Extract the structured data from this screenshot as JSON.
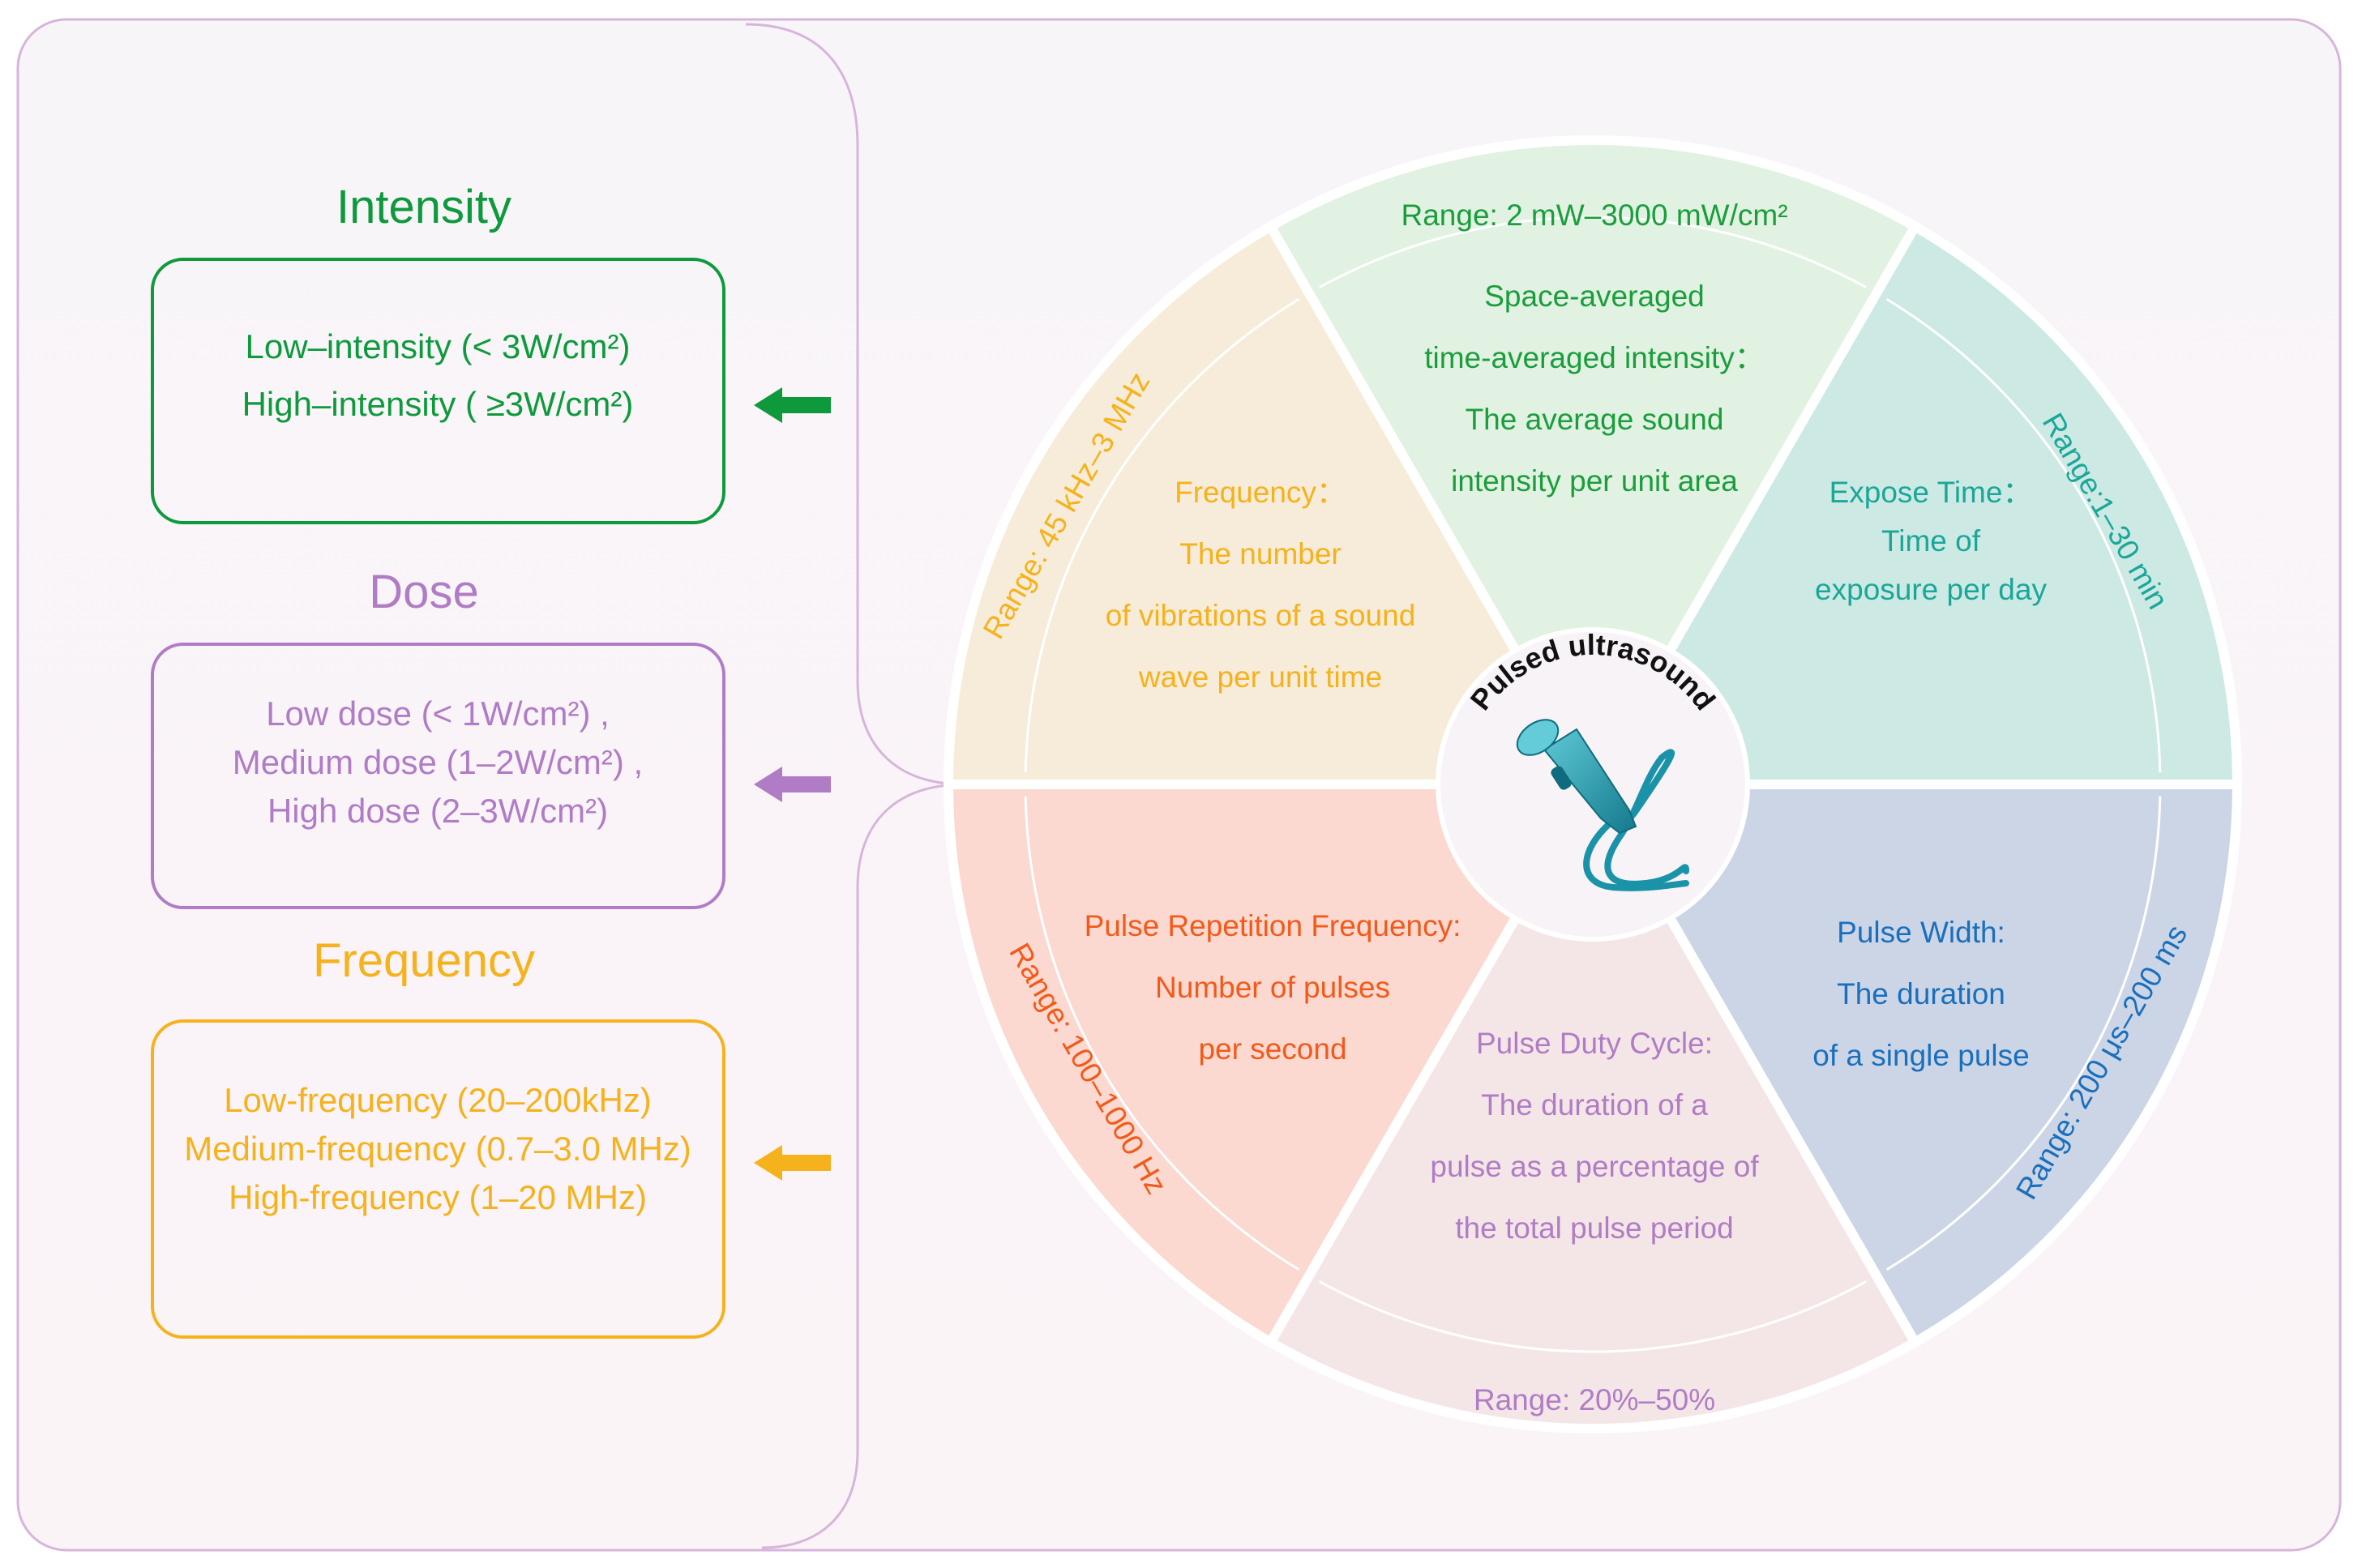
{
  "left_panel": {
    "sections": [
      {
        "title": "Intensity",
        "lines": [
          "Low–intensity (< 3W/cm²)",
          "High–intensity ( ≥3W/cm²)"
        ],
        "color": "#0e9a3c"
      },
      {
        "title": "Dose",
        "lines": [
          "Low dose (< 1W/cm²) ,",
          "Medium dose (1–2W/cm²) ,",
          "High dose (2–3W/cm²)"
        ],
        "color": "#b07cc6"
      },
      {
        "title": "Frequency",
        "lines": [
          "Low-frequency (20–200kHz)",
          "Medium-frequency (0.7–3.0 MHz)",
          "High-frequency (1–20 MHz)"
        ],
        "color": "#f5b21c"
      }
    ]
  },
  "wheel": {
    "center_label": "Pulsed ultrasound",
    "center_icon": "ultrasound-probe-icon",
    "segments": [
      {
        "key": "frequency",
        "lines": [
          "Frequency：",
          "The number",
          "of vibrations of a sound",
          "wave per unit time"
        ],
        "range": "Range: 45 kHz–3 MHz",
        "text_color": "#f5b21c",
        "fill": "#f6ecd9"
      },
      {
        "key": "intensity",
        "lines": [
          "Space-averaged",
          "time-averaged intensity：",
          "The average sound",
          "intensity per unit area"
        ],
        "range": "Range: 2 mW–3000 mW/cm²",
        "text_color": "#1a9e3c",
        "fill": "#e1f1e2"
      },
      {
        "key": "expose-time",
        "lines": [
          "Expose Time：",
          "Time of",
          "exposure per day"
        ],
        "range": "Range:1–30 min",
        "text_color": "#1aa79a",
        "fill": "#cde9e3"
      },
      {
        "key": "pulse-repetition",
        "lines": [
          "Pulse Repetition Frequency:",
          "Number of pulses",
          "per second"
        ],
        "range": "Range: 100–1000 Hz",
        "text_color": "#f25a1a",
        "fill": "#fbd8d0"
      },
      {
        "key": "duty-cycle",
        "lines": [
          "Pulse Duty Cycle:",
          "The duration of a",
          "pulse as a percentage of",
          "the total pulse period"
        ],
        "range": "Range: 20%–50%",
        "text_color": "#b07cc6",
        "fill": "#f4e6e6"
      },
      {
        "key": "pulse-width",
        "lines": [
          "Pulse Width:",
          "The duration",
          "of a single pulse"
        ],
        "range": "Range: 200 μs–200 ms",
        "text_color": "#1a6fbd",
        "fill": "#ccd5e6"
      }
    ]
  },
  "colors": {
    "frame_border": "#d7b5db",
    "background_top": "#f8f5f9",
    "background_bottom": "#fbf4f7",
    "probe": "#1a93a8"
  }
}
